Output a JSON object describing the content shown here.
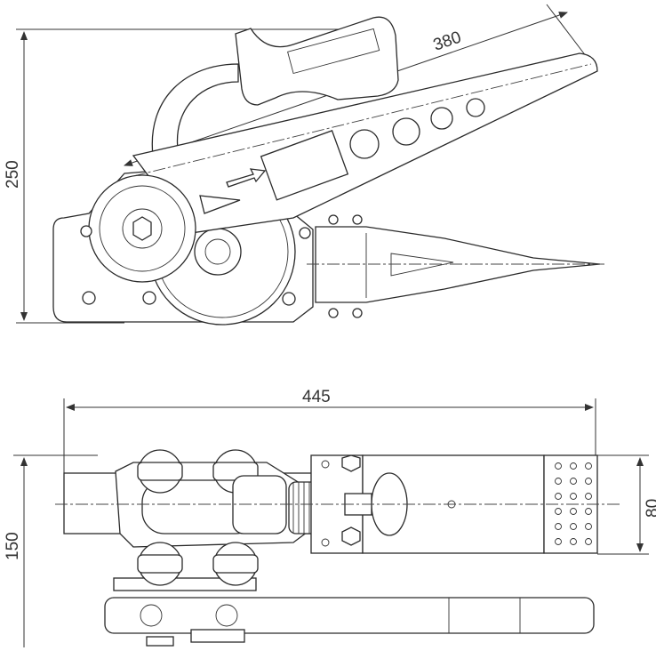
{
  "title": "Ratchet tensioner technical drawing",
  "side_view": {
    "dim_length_label": "380",
    "dim_height_label": "250"
  },
  "top_view": {
    "dim_length_label": "445",
    "dim_height_label": "150",
    "dim_width_label": "80"
  },
  "colors": {
    "line": "#2a2a2a",
    "background": "#ffffff"
  }
}
